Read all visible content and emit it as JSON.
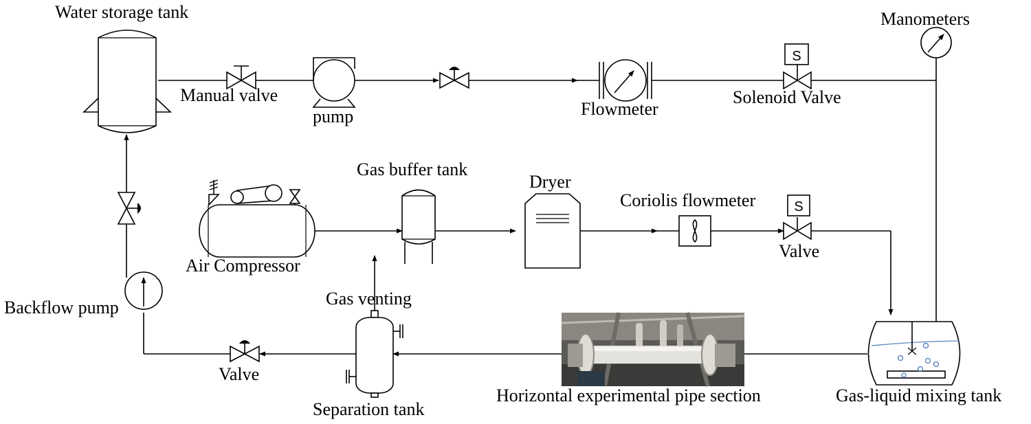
{
  "labels": {
    "water_storage_tank": "Water storage tank",
    "manual_valve": "Manual valve",
    "pump": "pump",
    "flowmeter": "Flowmeter",
    "solenoid_valve": "Solenoid Valve",
    "manometers": "Manometers",
    "gas_buffer_tank": "Gas buffer tank",
    "dryer": "Dryer",
    "coriolis_flowmeter": "Coriolis flowmeter",
    "air_compressor": "Air Compressor",
    "valve_gas": "Valve",
    "backflow_pump": "Backflow pump",
    "gas_venting": "Gas venting",
    "valve_return": "Valve",
    "separation_tank": "Separation tank",
    "horizontal_pipe": "Horizontal experimental pipe section",
    "mixing_tank": "Gas-liquid mixing tank"
  },
  "solenoid_marks": {
    "water_line": "S",
    "gas_line": "S"
  },
  "icons": {
    "experimental_pipe": "photo-of-pipe-section"
  }
}
